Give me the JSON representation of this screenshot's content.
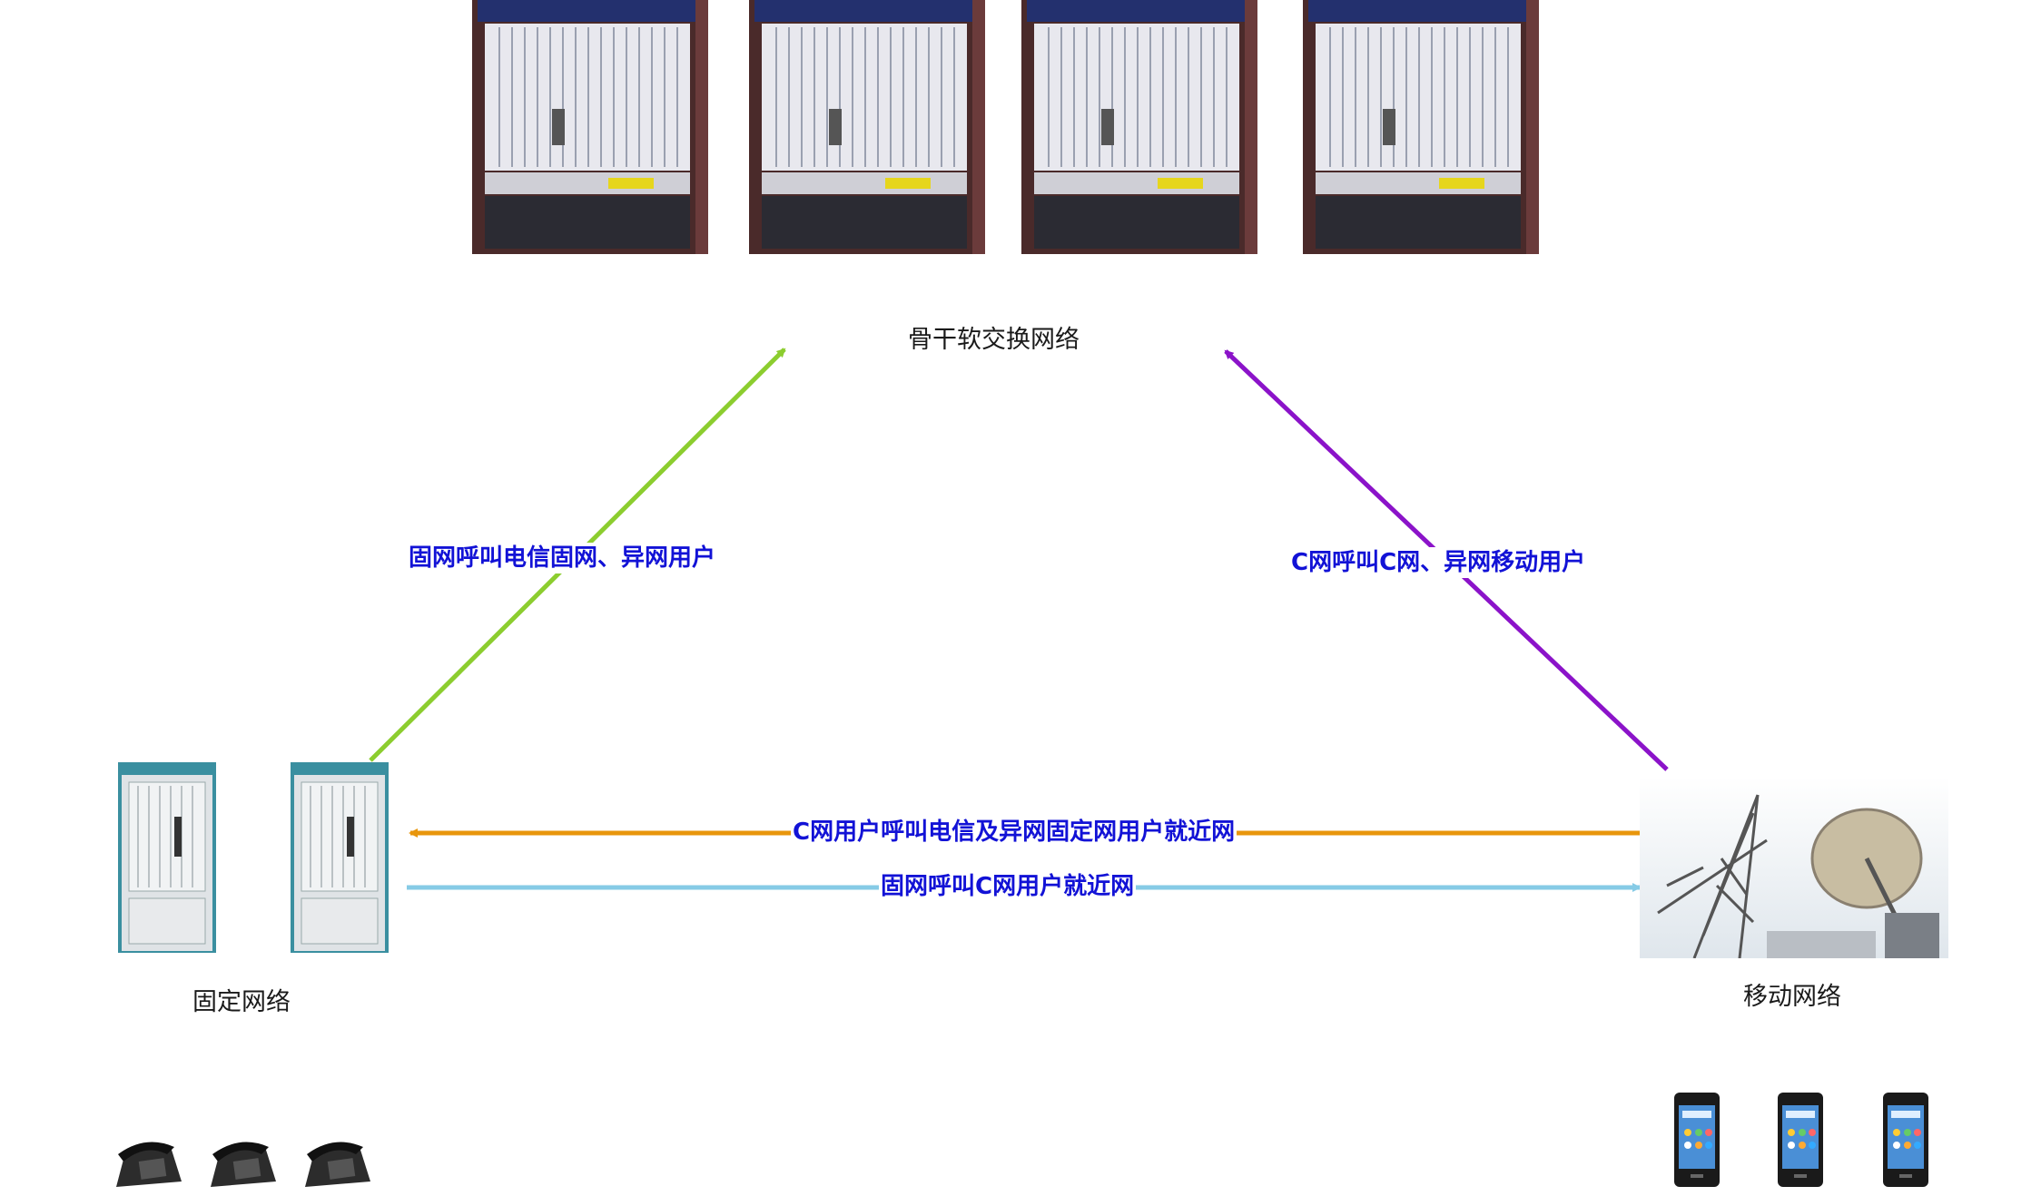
{
  "diagram": {
    "nodes": {
      "backbone": {
        "label": "骨干软交换网络",
        "icon": "softswitch-rack-icon",
        "count": 4
      },
      "fixed": {
        "label": "固定网络",
        "icon": "switch-cabinet-icon",
        "count": 2,
        "terminal_icon": "desk-phone-icon",
        "terminal_count": 3
      },
      "mobile": {
        "label": "移动网络",
        "icon": "antenna-tower-icon",
        "dish_icon": "satellite-dish-icon",
        "terminal_icon": "smartphone-icon",
        "terminal_count": 3
      }
    },
    "flows": {
      "fixed_to_backbone": {
        "label": "固网呼叫电信固网、异网用户",
        "color": "#8ccd2f"
      },
      "mobile_to_backbone": {
        "label": "C网呼叫C网、异网移动用户",
        "color": "#8b13c9"
      },
      "mobile_to_fixed": {
        "label": "C网用户呼叫电信及异网固定网用户就近网",
        "color": "#e8960c"
      },
      "fixed_to_mobile": {
        "label": "固网呼叫C网用户就近网",
        "color": "#86cbe6"
      }
    },
    "label_color": "#1212d6"
  }
}
